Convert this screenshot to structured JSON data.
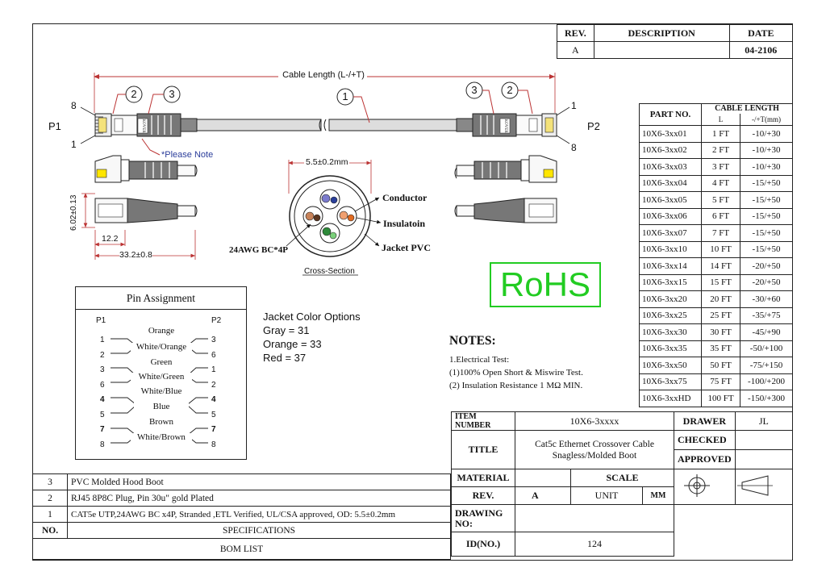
{
  "revision": {
    "headers": [
      "REV.",
      "DESCRIPTION",
      "DATE"
    ],
    "row": [
      "A",
      "",
      "04-2106"
    ]
  },
  "drawing": {
    "cable_length_label": "Cable Length (L-/+T)",
    "p1": "P1",
    "p2": "P2",
    "pin8_left": "8",
    "pin1_left": "1",
    "pin1_right": "1",
    "pin8_right": "8",
    "callout1": "1",
    "callout2": "2",
    "callout3": "3",
    "please_note": "*Please Note",
    "dim_height": "6.02±0.13",
    "dim_12": "12.2",
    "dim_33": "33.2±0.8",
    "dim_od": "5.5±0.2mm",
    "label_conductor": "Conductor",
    "label_insulation": "Insulatoin",
    "label_jacket": "Jacket PVC",
    "label_awg": "24AWG BC*4P",
    "cross_section": "Cross-Section",
    "boot_text": "KOVER"
  },
  "rohs": {
    "text": "RoHS",
    "color": "#22cc22"
  },
  "jacket_options": {
    "title": "Jacket Color Options",
    "items": [
      "Gray = 31",
      "Orange = 33",
      "Red = 37"
    ]
  },
  "notes": {
    "title": "NOTES:",
    "lines": [
      "1.Electrical Test:",
      "(1)100% Open Short & Miswire Test.",
      "(2) Insulation Resistance 1 MΩ  MIN."
    ]
  },
  "pin_assignment": {
    "title": "Pin Assignment",
    "p1": "P1",
    "p2": "P2",
    "left_pins": [
      "1",
      "2",
      "3",
      "6",
      "4",
      "5",
      "7",
      "8"
    ],
    "right_pins": [
      "3",
      "6",
      "1",
      "2",
      "4",
      "5",
      "7",
      "8"
    ],
    "pair_labels": [
      "Orange",
      "White/Orange",
      "Green",
      "White/Green",
      "White/Blue",
      "Blue",
      "Brown",
      "White/Brown"
    ]
  },
  "part_table": {
    "header_part": "PART NO.",
    "header_len": "CABLE LENGTH",
    "sub_l": "L",
    "sub_t": "-/+T(mm)",
    "rows": [
      [
        "10X6-3xx01",
        "1 FT",
        "-10/+30"
      ],
      [
        "10X6-3xx02",
        "2 FT",
        "-10/+30"
      ],
      [
        "10X6-3xx03",
        "3 FT",
        "-10/+30"
      ],
      [
        "10X6-3xx04",
        "4 FT",
        "-15/+50"
      ],
      [
        "10X6-3xx05",
        "5 FT",
        "-15/+50"
      ],
      [
        "10X6-3xx06",
        "6 FT",
        "-15/+50"
      ],
      [
        "10X6-3xx07",
        "7 FT",
        "-15/+50"
      ],
      [
        "10X6-3xx10",
        "10 FT",
        "-15/+50"
      ],
      [
        "10X6-3xx14",
        "14 FT",
        "-20/+50"
      ],
      [
        "10X6-3xx15",
        "15 FT",
        "-20/+50"
      ],
      [
        "10X6-3xx20",
        "20 FT",
        "-30/+60"
      ],
      [
        "10X6-3xx25",
        "25 FT",
        "-35/+75"
      ],
      [
        "10X6-3xx30",
        "30 FT",
        "-45/+90"
      ],
      [
        "10X6-3xx35",
        "35 FT",
        "-50/+100"
      ],
      [
        "10X6-3xx50",
        "50 FT",
        "-75/+150"
      ],
      [
        "10X6-3xx75",
        "75 FT",
        "-100/+200"
      ],
      [
        "10X6-3xxHD",
        "100 FT",
        "-150/+300"
      ]
    ]
  },
  "title_block": {
    "item_number_label": "ITEM NUMBER",
    "item_number": "10X6-3xxxx",
    "drawer_label": "DRAWER",
    "drawer": "JL",
    "title_label": "TITLE",
    "title_line1": "Cat5c Ethernet Crossover Cable",
    "title_line2": "Snagless/Molded Boot",
    "checked_label": "CHECKED",
    "approved_label": "APPROVED",
    "material_label": "MATERIAL",
    "scale_label": "SCALE",
    "rev_label": "REV.",
    "rev": "A",
    "unit_label": "UNIT",
    "unit": "MM",
    "drawing_no_label": "DRAWING NO:",
    "id_label": "ID(NO.)",
    "id": "124"
  },
  "bom": {
    "rows": [
      [
        "3",
        "PVC Molded Hood Boot"
      ],
      [
        "2",
        "RJ45 8P8C  Plug, Pin 30u\" gold Plated"
      ],
      [
        "1",
        "CAT5e UTP,24AWG BC x4P, Stranded ,ETL Verified, UL/CSA approved, OD: 5.5±0.2mm"
      ]
    ],
    "header_no": "NO.",
    "header_spec": "SPECIFICATIONS",
    "footer": "BOM LIST"
  }
}
